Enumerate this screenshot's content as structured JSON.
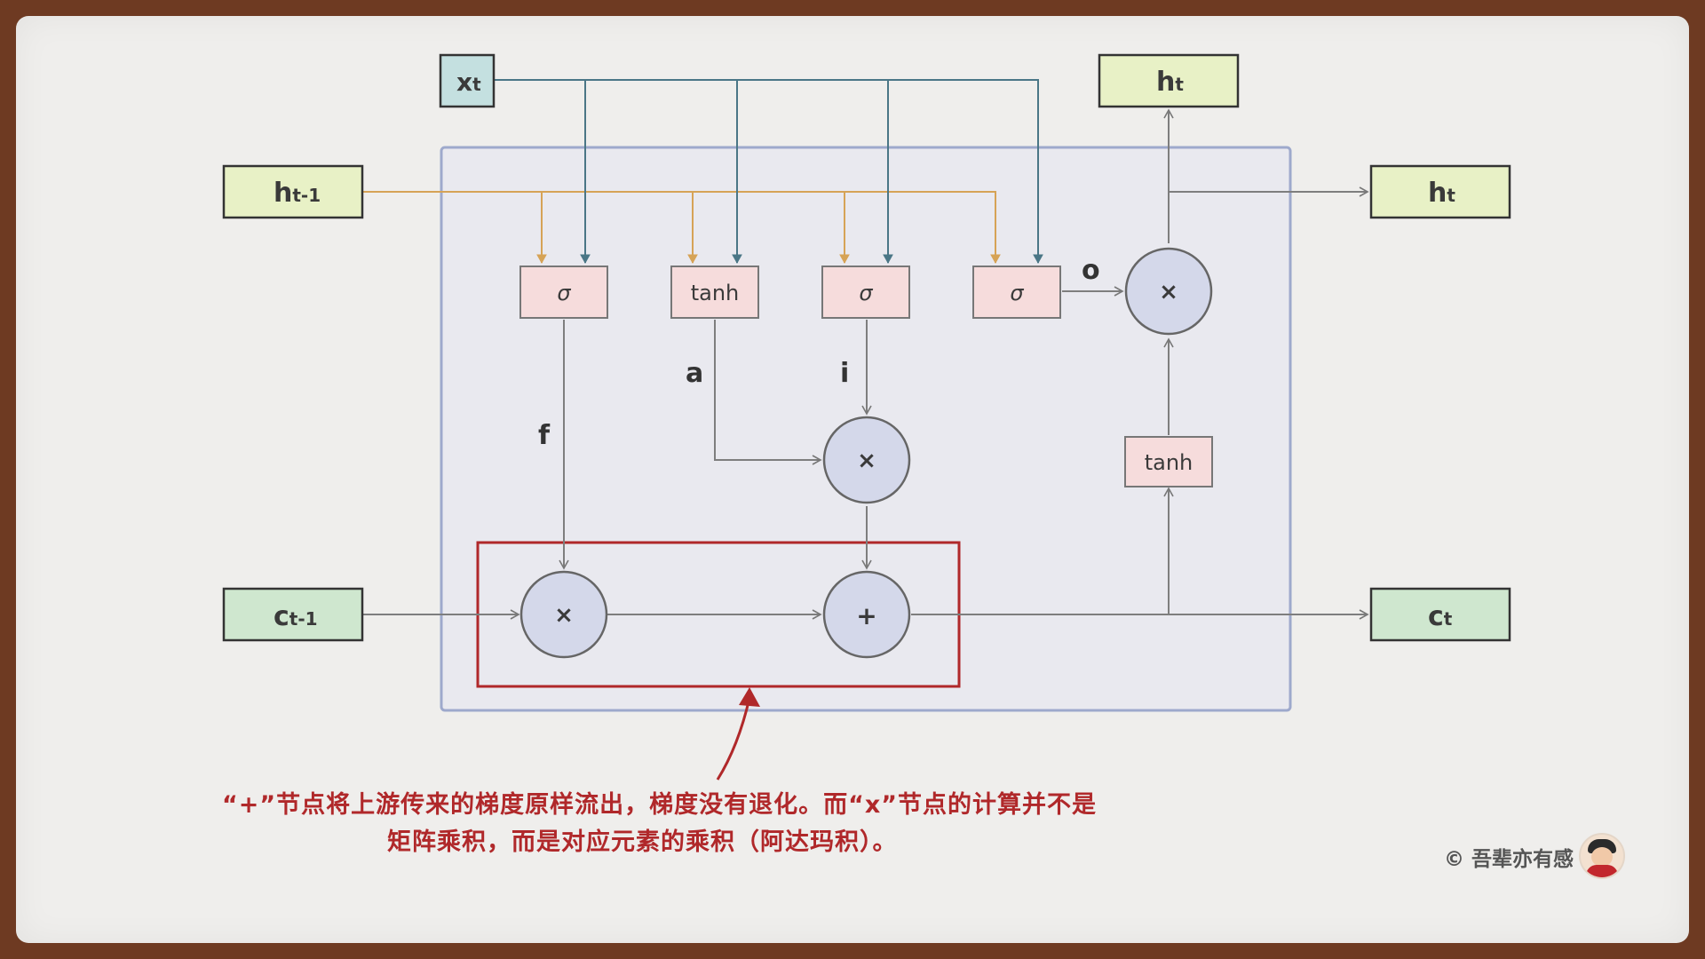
{
  "nodes": {
    "xt": "x",
    "xt_sub": "t",
    "ht_prev": "h",
    "ht_prev_sub": "t-1",
    "ct_prev": "c",
    "ct_prev_sub": "t-1",
    "ht_top": "h",
    "ht_top_sub": "t",
    "ht_right": "h",
    "ht_right_sub": "t",
    "ct": "c",
    "ct_sub": "t"
  },
  "gates": {
    "forget": "σ",
    "candidate": "tanh",
    "input": "σ",
    "output": "σ",
    "cell_tanh": "tanh"
  },
  "ops": {
    "mul_forget": "×",
    "mul_input": "×",
    "add": "+",
    "mul_output": "×"
  },
  "edge_labels": {
    "f": "f",
    "a": "a",
    "i": "i",
    "o": "o"
  },
  "annotation": {
    "line1": "“+”节点将上游传来的梯度原样流出，梯度没有退化。而“x”节点的计算并不是",
    "line2": "矩阵乘积，而是对应元素的乘积（阿达玛积）。"
  },
  "credit": "© 吾辈亦有感",
  "colors": {
    "background_frame": "#6e3a22",
    "paper": "#efeeec",
    "cell_box_border": "#9ea9cc",
    "highlight_border": "#b0282a",
    "x_input_fill": "#c4e0e0",
    "h_fill": "#e8f1c6",
    "c_fill": "#cfe7cf",
    "gate_fill": "#f6dcdc",
    "op_fill": "#d4d8ea",
    "orange_line": "#d6a356",
    "teal_line": "#4a7686",
    "gray_line": "#7e7e7e"
  }
}
